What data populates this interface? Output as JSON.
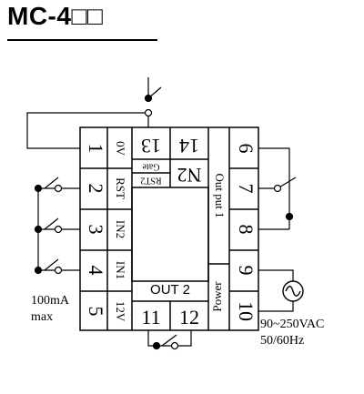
{
  "title": "MC-4□□",
  "terminals_left": [
    "1",
    "2",
    "3",
    "4",
    "5"
  ],
  "labels_left": [
    "0V",
    "RST",
    "IN2",
    "IN1",
    "12V"
  ],
  "terminals_right": [
    "6",
    "7",
    "8",
    "9",
    "10"
  ],
  "terminals_top": [
    "13",
    "14"
  ],
  "terminals_bottom": [
    "11",
    "12"
  ],
  "label_gate": "Gate",
  "label_rst2": "RST2",
  "label_n2": "N2",
  "label_output1": "Out put 1",
  "label_power": "Power",
  "label_out2": "OUT 2",
  "note_current_line1": "100mA",
  "note_current_line2": "max",
  "note_power_line1": "90~250VAC",
  "note_power_line2": "50/60Hz"
}
